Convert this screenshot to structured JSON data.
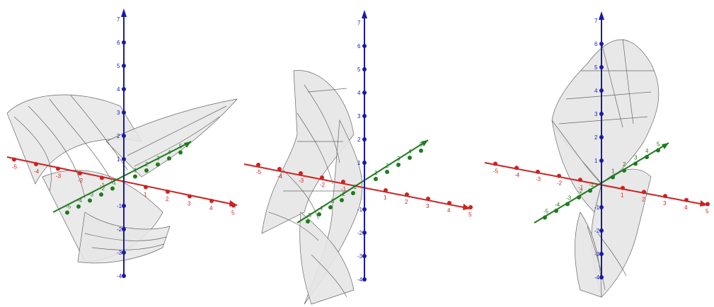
{
  "colors": {
    "x_axis": "#cc2222",
    "y_axis": "#1f7a1f",
    "z_axis": "#1a1aa8",
    "surface_fill": "#e6e6e6",
    "surface_line": "#555555"
  },
  "panels": [
    {
      "z_ticks": [
        "7",
        "6",
        "5",
        "4",
        "3",
        "2",
        "1",
        "-1",
        "-2",
        "-3",
        "-4"
      ],
      "x_ticks_pos": [
        "1",
        "2",
        "3",
        "4",
        "5"
      ],
      "x_ticks_neg": [
        "-5",
        "-4",
        "-3",
        "-2",
        "-1"
      ],
      "y_ticks_pos": [
        "1",
        "2",
        "3",
        "4",
        "5"
      ],
      "y_ticks_neg": [
        "-5",
        "-4",
        "-3",
        "-2",
        "-1"
      ]
    },
    {
      "z_ticks": [
        "7",
        "6",
        "5",
        "4",
        "3",
        "2",
        "1",
        "-1",
        "-2",
        "-3",
        "-4"
      ],
      "x_ticks_pos": [
        "1",
        "2",
        "3",
        "4",
        "5"
      ],
      "x_ticks_neg": [
        "-5",
        "-4",
        "-3",
        "-2",
        "-1"
      ],
      "y_ticks_pos": [
        "1",
        "2",
        "3",
        "4",
        "5"
      ],
      "y_ticks_neg": [
        "-5",
        "-4",
        "-3",
        "-2",
        "-1"
      ]
    },
    {
      "z_ticks": [
        "7",
        "6",
        "5",
        "4",
        "3",
        "2",
        "1",
        "-1",
        "-2",
        "-3",
        "-4"
      ],
      "x_ticks_pos": [
        "1",
        "2",
        "3",
        "4",
        "5"
      ],
      "x_ticks_neg": [
        "-5",
        "-4",
        "-3",
        "-2",
        "-1"
      ],
      "y_ticks_pos": [
        "1",
        "2",
        "3",
        "4",
        "5"
      ],
      "y_ticks_neg": [
        "-5",
        "-4",
        "-3",
        "-2",
        "-1"
      ]
    }
  ]
}
